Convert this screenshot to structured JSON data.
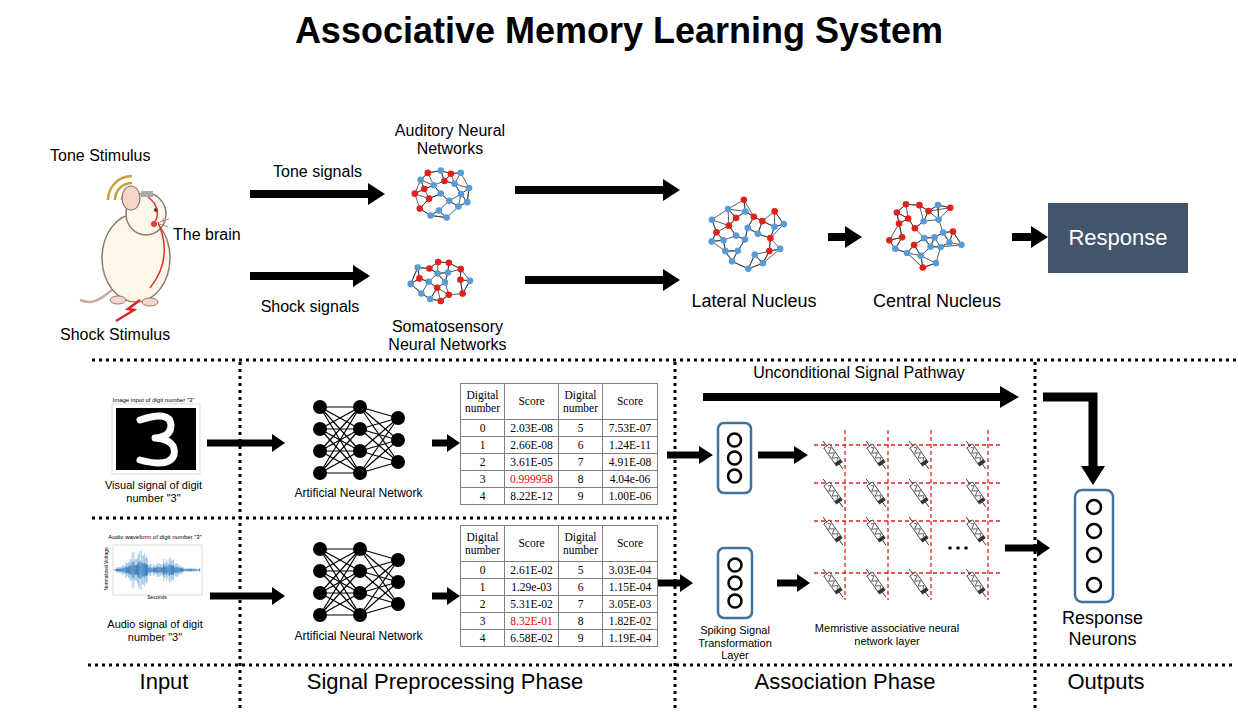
{
  "diagram": {
    "title": "Associative Memory Learning System",
    "nodes": [
      {
        "text": [
          "Tone Stimulus",
          "The brain",
          "Shock Stimulus"
        ]
      },
      {
        "text": [
          "Auditory Neural Networks"
        ]
      },
      {
        "text": [
          "Somatosensory Neural Networks"
        ]
      },
      {
        "text": [
          "Lateral Nucleus"
        ]
      },
      {
        "text": [
          "Central Nucleus"
        ]
      },
      {
        "text": [
          "Response"
        ]
      },
      {
        "text": [
          "Image input of digit number \"3\"",
          "Visual signal of digit number \"3\""
        ]
      },
      {
        "text": [
          "Artificial Neural Network"
        ]
      },
      {
        "text": [
          "Digital number",
          "Score",
          "Digital number",
          "Score",
          "0",
          "2.03E-08",
          "5",
          "7.53E-07",
          "1",
          "2.66E-08",
          "6",
          "1.24E-11",
          "2",
          "3.61E-05",
          "7",
          "4.91E-08",
          "3",
          "0.999958",
          "8",
          "4.04e-06",
          "4",
          "8.22E-12",
          "9",
          "1.00E-06"
        ]
      },
      {
        "text": [
          "Audio waveform of digit number \"3\"",
          "Normalized Voltage",
          "Seconds",
          "Audio signal of digit number \"3\""
        ]
      },
      {
        "text": [
          "Artificial Neural Network"
        ]
      },
      {
        "text": [
          "Digital number",
          "Score",
          "Digital number",
          "Score",
          "0",
          "2.61E-02",
          "5",
          "3.03E-04",
          "1",
          "1.29e-03",
          "6",
          "1.15E-04",
          "2",
          "5.31E-02",
          "7",
          "3.05E-03",
          "3",
          "8.32E-01",
          "8",
          "1.82E-02",
          "4",
          "6.58E-02",
          "9",
          "1.19E-04"
        ]
      },
      {
        "text": [
          "Spiking Signal Transformation Layer"
        ]
      },
      {
        "text": [
          "Memristive associative neural network layer"
        ]
      },
      {
        "text": [
          "Response Neurons"
        ]
      }
    ],
    "edges": [
      {
        "from": 0,
        "to": 1,
        "label": "Tone signals",
        "arrow": "to"
      },
      {
        "from": 0,
        "to": 2,
        "label": "Shock signals",
        "arrow": "to"
      },
      {
        "from": 1,
        "to": 3,
        "arrow": "to"
      },
      {
        "from": 2,
        "to": 3,
        "arrow": "to"
      },
      {
        "from": 3,
        "to": 4,
        "arrow": "to"
      },
      {
        "from": 4,
        "to": 5,
        "arrow": "to"
      },
      {
        "from": 6,
        "to": 7,
        "arrow": "to"
      },
      {
        "from": 7,
        "to": 8,
        "arrow": "to"
      },
      {
        "from": 9,
        "to": 10,
        "arrow": "to"
      },
      {
        "from": 10,
        "to": 11,
        "arrow": "to"
      },
      {
        "from": 11,
        "to": 12,
        "arrow": "to"
      },
      {
        "from": 12,
        "to": 13,
        "arrow": "to"
      },
      {
        "from": 13,
        "to": 14,
        "arrow": "to"
      }
    ],
    "labels": [
      "Unconditional Signal Pathway",
      "Input",
      "Signal Preprocessing Phase",
      "Association Phase",
      "Outputs"
    ]
  }
}
